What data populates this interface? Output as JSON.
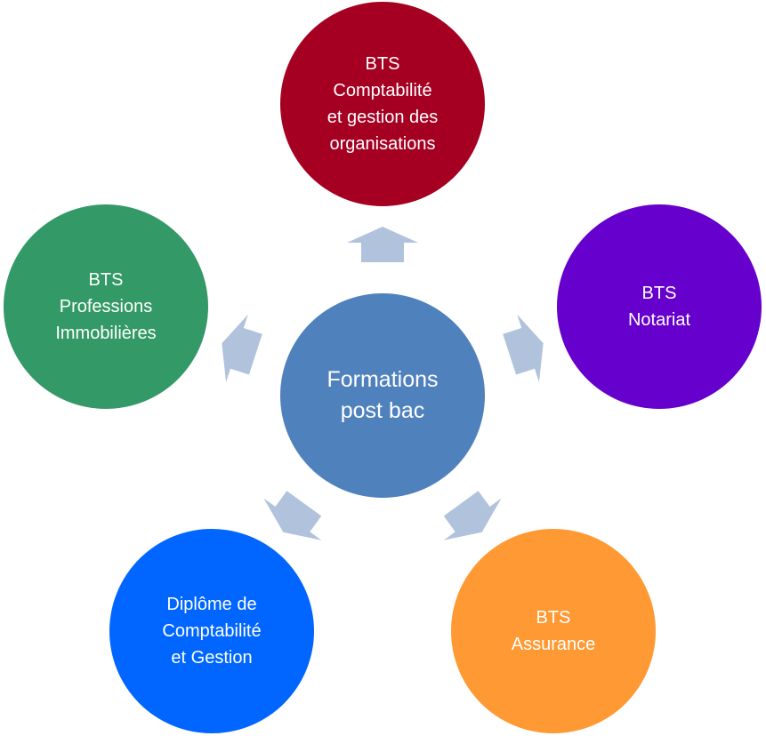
{
  "diagram": {
    "type": "radial",
    "center": {
      "label": "Formations\npost bac",
      "color": "#4f81bd"
    },
    "arrow_color": "#b0c2dc",
    "nodes": [
      {
        "id": "top",
        "label": "BTS\nComptabilité\net gestion des\norganisations",
        "color": "#a50021"
      },
      {
        "id": "right",
        "label": "BTS\nNotariat",
        "color": "#6600cc"
      },
      {
        "id": "bottom-right",
        "label": "BTS\nAssurance",
        "color": "#ff9933"
      },
      {
        "id": "bottom-left",
        "label": "Diplôme de\nComptabilité\net Gestion",
        "color": "#0066ff"
      },
      {
        "id": "left",
        "label": "BTS\nProfessions\nImmobilières",
        "color": "#339966"
      }
    ]
  }
}
